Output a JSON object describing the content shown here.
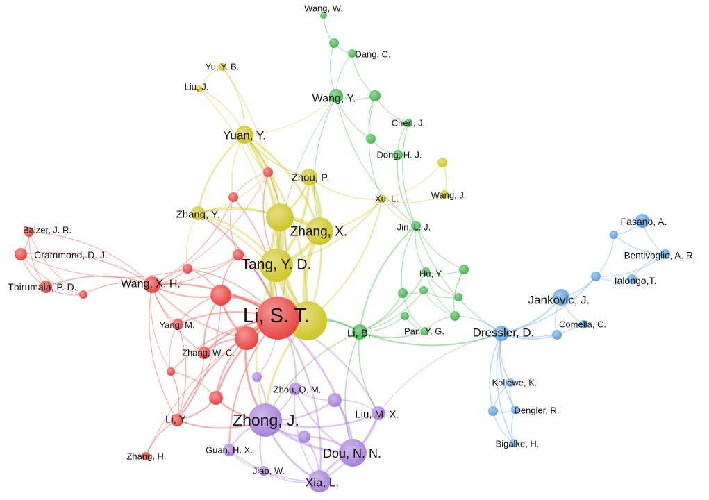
{
  "clusters": [
    {
      "color": "#e8403c"
    },
    {
      "color": "#cdc51f"
    },
    {
      "color": "#40b44b"
    },
    {
      "color": "#a77ddb"
    },
    {
      "color": "#5a9fdd"
    }
  ],
  "nodes": [
    {
      "label": "Wang, W.",
      "cluster": 2
    },
    {
      "label": "Dang, C.",
      "cluster": 2
    },
    {
      "label": "Wang, Y.",
      "cluster": 2
    },
    {
      "label": "Chen, J.",
      "cluster": 2
    },
    {
      "label": "Dong, H. J.",
      "cluster": 2
    },
    {
      "label": "Jin, L. J.",
      "cluster": 2
    },
    {
      "label": "Hu, Y.",
      "cluster": 2
    },
    {
      "label": "Pan, Y. G.",
      "cluster": 2
    },
    {
      "label": "Li, B.",
      "cluster": 2
    },
    {
      "label": "Yu, Y. B.",
      "cluster": 1
    },
    {
      "label": "Liu, J.",
      "cluster": 1
    },
    {
      "label": "Yuan, Y.",
      "cluster": 1
    },
    {
      "label": "Zhou, P.",
      "cluster": 1
    },
    {
      "label": "Zhang, Y.",
      "cluster": 1
    },
    {
      "label": "Zhang, X.",
      "cluster": 1
    },
    {
      "label": "Tang, Y. D.",
      "cluster": 1
    },
    {
      "label": "Li, S. T.",
      "cluster": 0
    },
    {
      "label": "Xu, L.",
      "cluster": 1
    },
    {
      "label": "Wang, J.",
      "cluster": 1
    },
    {
      "label": "Balzer, J. R.",
      "cluster": 0
    },
    {
      "label": "Crammond, D. J.",
      "cluster": 0
    },
    {
      "label": "Thirumala, P. D.",
      "cluster": 0
    },
    {
      "label": "Wang, X. H.",
      "cluster": 0
    },
    {
      "label": "Yang, M.",
      "cluster": 0
    },
    {
      "label": "Zhang, W. C.",
      "cluster": 0
    },
    {
      "label": "Li, Y.",
      "cluster": 0
    },
    {
      "label": "Zhang, H.",
      "cluster": 0
    },
    {
      "label": "Zhou, Q. M.",
      "cluster": 3
    },
    {
      "label": "Liu, M. X.",
      "cluster": 3
    },
    {
      "label": "Zhong, J.",
      "cluster": 3
    },
    {
      "label": "Dou, N. N.",
      "cluster": 3
    },
    {
      "label": "Guan, H. X.",
      "cluster": 3
    },
    {
      "label": "Jiao, W.",
      "cluster": 3
    },
    {
      "label": "Xia, L.",
      "cluster": 3
    },
    {
      "label": "Fasano, A.",
      "cluster": 4
    },
    {
      "label": "Bentivoglio, A. R.",
      "cluster": 4
    },
    {
      "label": "Ialongo,T.",
      "cluster": 4
    },
    {
      "label": "Jankovic, J.",
      "cluster": 4
    },
    {
      "label": "Comella, C.",
      "cluster": 4
    },
    {
      "label": "Dressler, D.",
      "cluster": 4
    },
    {
      "label": "Kollewe, K.",
      "cluster": 4
    },
    {
      "label": "Dengler, R.",
      "cluster": 4
    },
    {
      "label": "Bigalke, H.",
      "cluster": 4
    }
  ]
}
